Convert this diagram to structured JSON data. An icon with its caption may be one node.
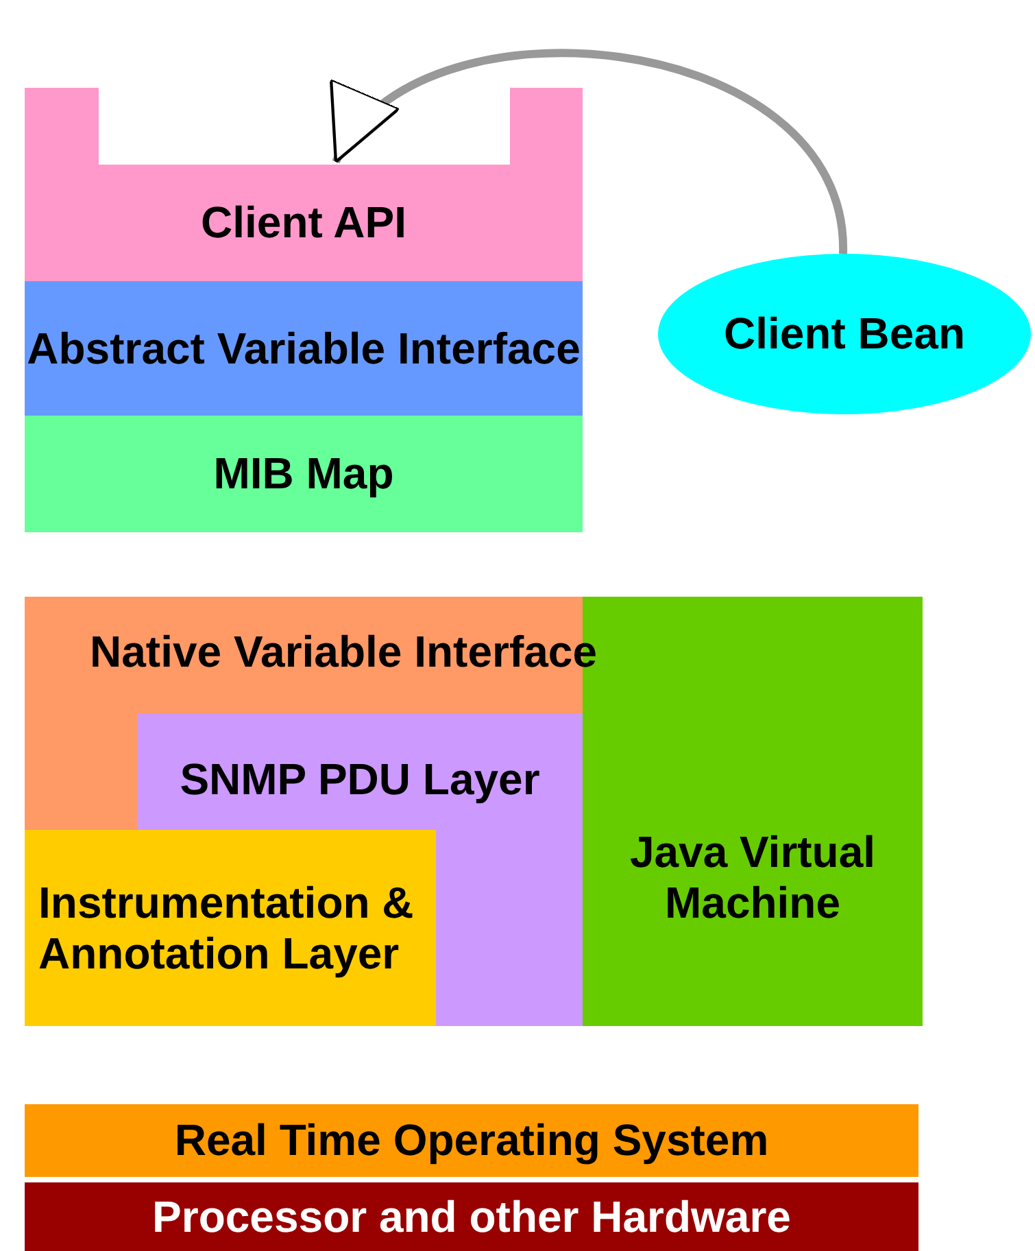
{
  "diagram": {
    "nodes": [
      {
        "text": [
          "Client API"
        ]
      },
      {
        "text": [
          "Abstract Variable Interface"
        ]
      },
      {
        "text": [
          "MIB Map"
        ]
      },
      {
        "text": [
          "Client Bean"
        ]
      },
      {
        "text": [
          "Native Variable Interface"
        ]
      },
      {
        "text": [
          "SNMP PDU Layer"
        ]
      },
      {
        "text": [
          "Instrumentation & Annotation Layer"
        ]
      },
      {
        "text": [
          "Java Virtual Machine"
        ]
      },
      {
        "text": [
          "Real Time Operating System"
        ]
      },
      {
        "text": [
          "Processor and other Hardware"
        ]
      }
    ],
    "edges": [
      {
        "from": 3,
        "to": 0,
        "arrow": "to"
      }
    ]
  }
}
